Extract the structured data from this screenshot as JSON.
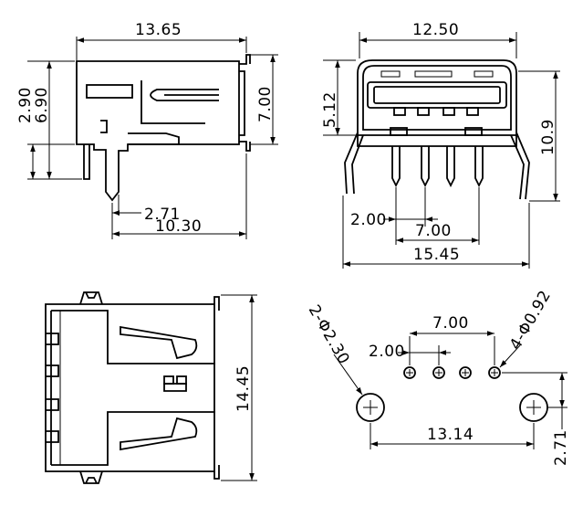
{
  "side_view": {
    "width_top": "13.65",
    "height_left_a": "2.90",
    "height_left_b": "6.90",
    "height_right": "7.00",
    "pin_offset": "2.71",
    "width_bottom": "10.30"
  },
  "front_view": {
    "width_top": "12.50",
    "height_left": "5.12",
    "height_right": "10.9",
    "pin_pitch": "2.00",
    "pin_span": "7.00",
    "width_bottom": "15.45"
  },
  "top_view": {
    "width_right": "14.45"
  },
  "footprint": {
    "large_holes": "2-Φ2.30",
    "small_holes": "4-Φ0.92",
    "pin_span": "7.00",
    "pin_pitch": "2.00",
    "hole_spacing": "13.14",
    "row_offset": "2.71"
  }
}
